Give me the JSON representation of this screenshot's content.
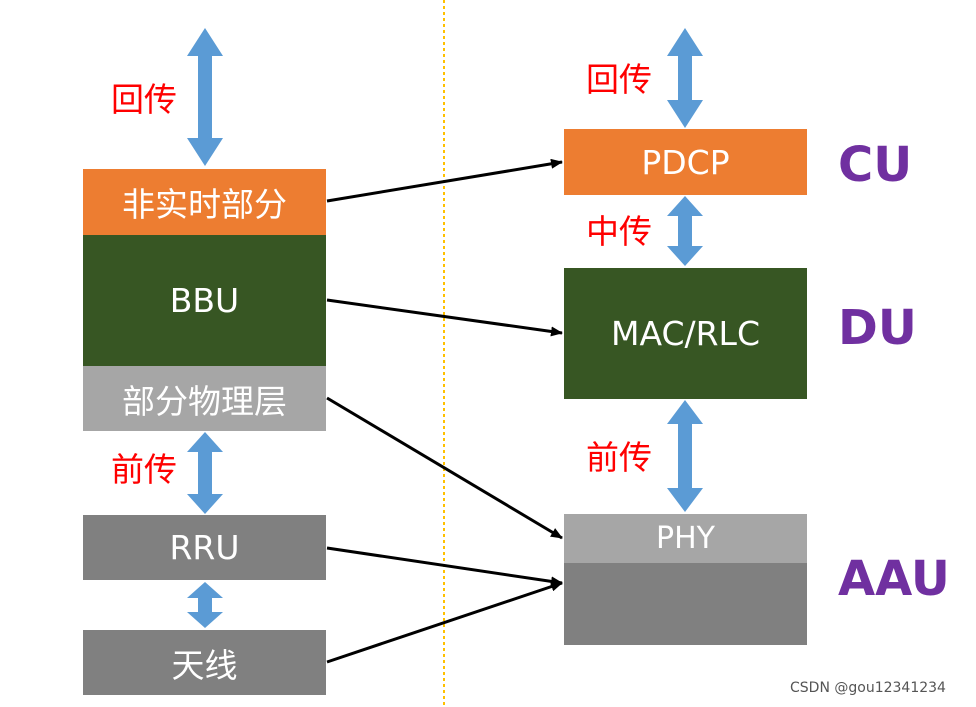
{
  "colors": {
    "orange": "#ed7d31",
    "dark_green": "#375623",
    "light_gray": "#a6a6a6",
    "mid_gray": "#808080",
    "arrow_blue": "#5b9bd5",
    "label_red": "#ff0000",
    "tag_purple": "#7030a0",
    "divider_yellow": "#ffc000"
  },
  "left": {
    "backhaul_label": "回传",
    "non_realtime_label": "非实时部分",
    "bbu_label": "BBU",
    "partial_phy_label": "部分物理层",
    "fronthaul_label": "前传",
    "rru_label": "RRU",
    "antenna_label": "天线"
  },
  "right": {
    "backhaul_label": "回传",
    "pdcp_label": "PDCP",
    "midhaul_label": "中传",
    "mac_rlc_label": "MAC/RLC",
    "fronthaul_label": "前传",
    "phy_label": "PHY"
  },
  "tags": {
    "cu": "CU",
    "du": "DU",
    "aau": "AAU"
  },
  "watermark": "CSDN @gou12341234"
}
